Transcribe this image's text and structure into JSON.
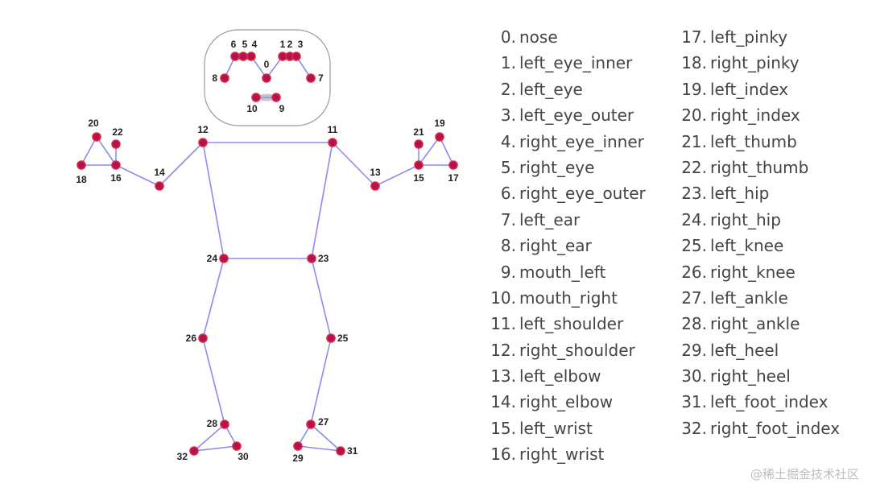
{
  "landmarks": [
    {
      "id": "0",
      "name": "nose"
    },
    {
      "id": "1",
      "name": "left_eye_inner"
    },
    {
      "id": "2",
      "name": "left_eye"
    },
    {
      "id": "3",
      "name": "left_eye_outer"
    },
    {
      "id": "4",
      "name": "right_eye_inner"
    },
    {
      "id": "5",
      "name": "right_eye"
    },
    {
      "id": "6",
      "name": "right_eye_outer"
    },
    {
      "id": "7",
      "name": "left_ear"
    },
    {
      "id": "8",
      "name": "right_ear"
    },
    {
      "id": "9",
      "name": "mouth_left"
    },
    {
      "id": "10",
      "name": "mouth_right"
    },
    {
      "id": "11",
      "name": "left_shoulder"
    },
    {
      "id": "12",
      "name": "right_shoulder"
    },
    {
      "id": "13",
      "name": "left_elbow"
    },
    {
      "id": "14",
      "name": "right_elbow"
    },
    {
      "id": "15",
      "name": "left_wrist"
    },
    {
      "id": "16",
      "name": "right_wrist"
    },
    {
      "id": "17",
      "name": "left_pinky"
    },
    {
      "id": "18",
      "name": "right_pinky"
    },
    {
      "id": "19",
      "name": "left_index"
    },
    {
      "id": "20",
      "name": "right_index"
    },
    {
      "id": "21",
      "name": "left_thumb"
    },
    {
      "id": "22",
      "name": "right_thumb"
    },
    {
      "id": "23",
      "name": "left_hip"
    },
    {
      "id": "24",
      "name": "right_hip"
    },
    {
      "id": "25",
      "name": "left_knee"
    },
    {
      "id": "26",
      "name": "right_knee"
    },
    {
      "id": "27",
      "name": "left_ankle"
    },
    {
      "id": "28",
      "name": "right_ankle"
    },
    {
      "id": "29",
      "name": "left_heel"
    },
    {
      "id": "30",
      "name": "right_heel"
    },
    {
      "id": "31",
      "name": "left_foot_index"
    },
    {
      "id": "32",
      "name": "right_foot_index"
    }
  ],
  "connections": [
    [
      11,
      12
    ],
    [
      11,
      13
    ],
    [
      13,
      15
    ],
    [
      15,
      17
    ],
    [
      15,
      19
    ],
    [
      17,
      19
    ],
    [
      15,
      21
    ],
    [
      12,
      14
    ],
    [
      14,
      16
    ],
    [
      16,
      18
    ],
    [
      16,
      20
    ],
    [
      18,
      20
    ],
    [
      16,
      22
    ],
    [
      11,
      23
    ],
    [
      12,
      24
    ],
    [
      23,
      24
    ],
    [
      23,
      25
    ],
    [
      25,
      27
    ],
    [
      27,
      29
    ],
    [
      27,
      31
    ],
    [
      29,
      31
    ],
    [
      24,
      26
    ],
    [
      26,
      28
    ],
    [
      28,
      30
    ],
    [
      28,
      32
    ],
    [
      30,
      32
    ],
    [
      0,
      1
    ],
    [
      1,
      2
    ],
    [
      2,
      3
    ],
    [
      3,
      7
    ],
    [
      0,
      4
    ],
    [
      4,
      5
    ],
    [
      5,
      6
    ],
    [
      6,
      8
    ],
    [
      9,
      10
    ]
  ],
  "colors": {
    "point_fill": "#b0134f",
    "point_ring": "#e02a3c",
    "edge": "#8c8cf0",
    "face_box": "#9a9a9a",
    "legend_text": "#444444"
  },
  "watermark": "@稀土掘金技术社区"
}
